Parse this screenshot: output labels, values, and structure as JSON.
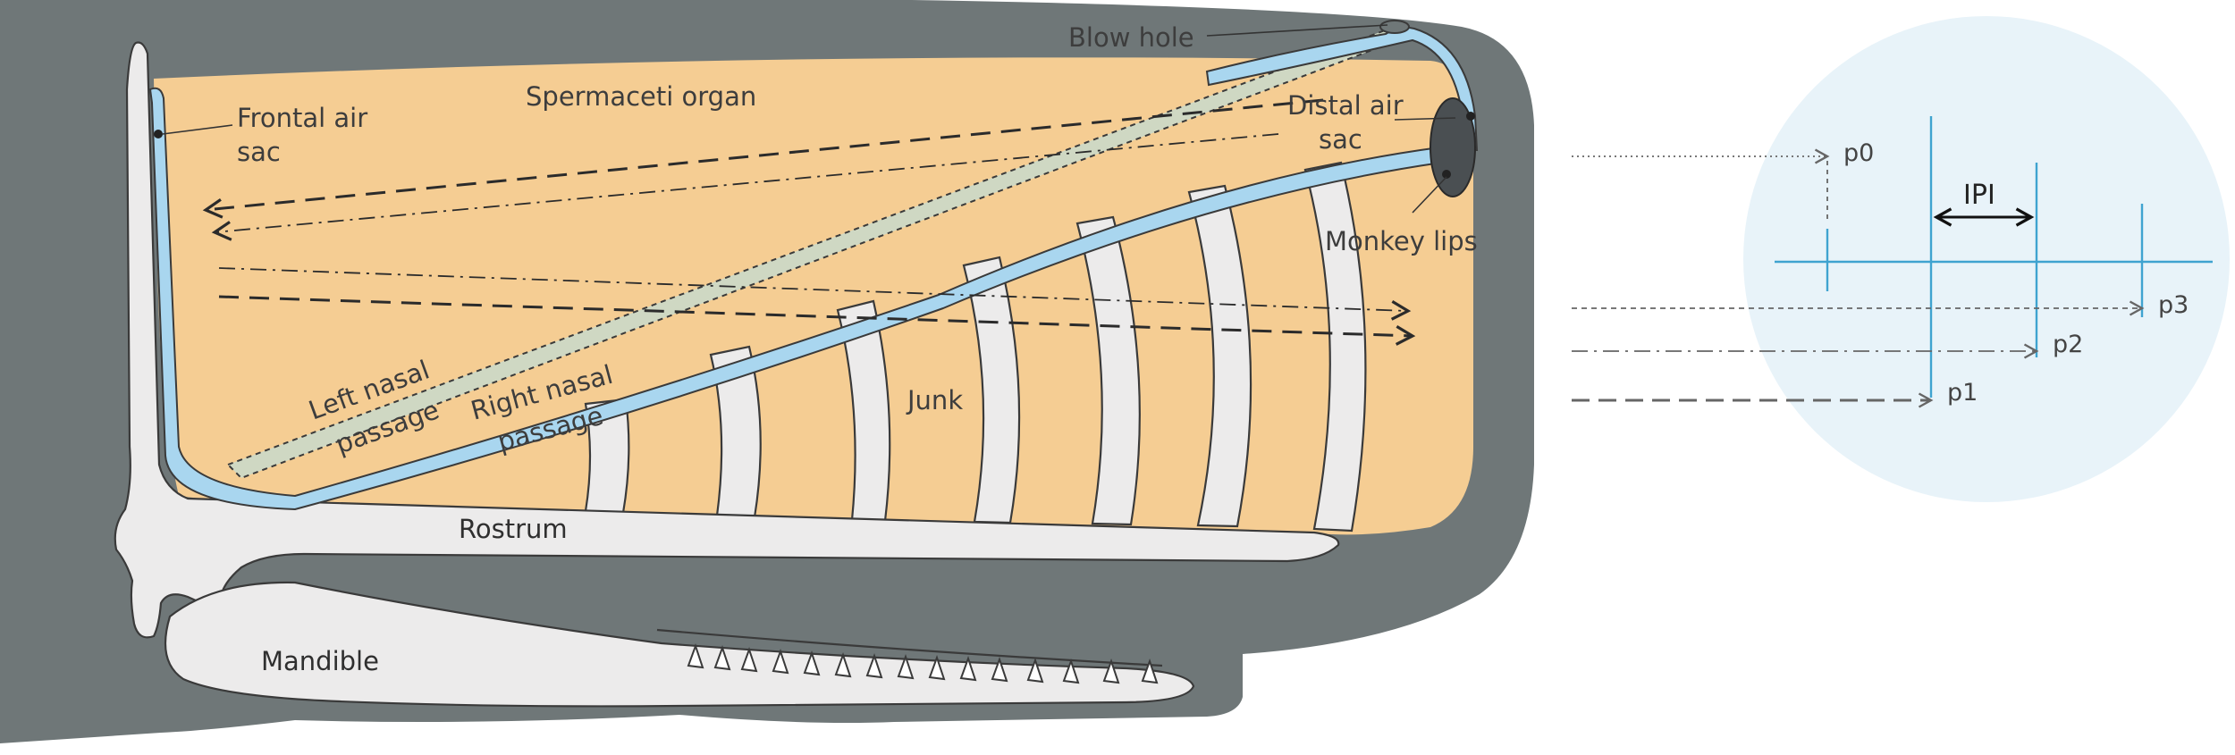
{
  "labels": {
    "blow_hole": "Blow hole",
    "spermaceti_organ": "Spermaceti organ",
    "frontal_air_sac_1": "Frontal air",
    "frontal_air_sac_2": "sac",
    "distal_air_sac_1": "Distal air",
    "distal_air_sac_2": "sac",
    "monkey_lips": "Monkey lips",
    "left_nasal_passage_1": "Left nasal",
    "left_nasal_passage_2": "passage",
    "right_nasal_passage_1": "Right nasal",
    "right_nasal_passage_2": "passage",
    "junk": "Junk",
    "rostrum": "Rostrum",
    "mandible": "Mandible"
  },
  "pulse_inset": {
    "pulses": [
      "p0",
      "p1",
      "p2",
      "p3"
    ],
    "interval_label": "IPI"
  },
  "colors": {
    "head_skin": "#6f7778",
    "spermaceti": "#f5cd93",
    "bone": "#ecebeb",
    "nasal_passage": "#a9d6ef",
    "left_passage": "#cfd8c3",
    "inset_circle": "#e8f3f9",
    "inset_lines": "#3fa3d0"
  },
  "icons": {
    "arrow_style_dashed": "dashed-arrow",
    "arrow_style_dashdot": "dash-dot-arrow",
    "arrow_style_dotted": "dotted-arrow"
  }
}
